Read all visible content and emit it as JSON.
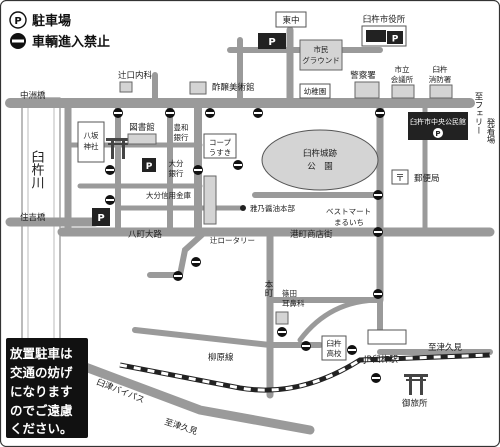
{
  "legend": {
    "parking": "駐車場",
    "no_entry": "車輌進入禁止"
  },
  "notice": {
    "lines": [
      "放置駐車は",
      "交通の妨げ",
      "になります",
      "のでご遠慮",
      "ください。"
    ]
  },
  "river": {
    "name": "臼杵川"
  },
  "places": {
    "higashinaka": "東中",
    "city_office": "臼杵市役所",
    "city_ground_line1": "市民",
    "city_ground_line2": "グラウンド",
    "tsujiguchi_nai": "辻口内科",
    "sakekoji": "酢醸美術館",
    "kindergarten": "幼稚園",
    "police": "警察署",
    "city_hall_line1": "市立",
    "city_hall_line2": "会議所",
    "fire_line1": "臼杵",
    "fire_line2": "消防署",
    "ferry_line1": "至フェリー",
    "ferry_line2": "発着場",
    "central_hall": "臼杵市中央公民館",
    "bridge_north": "中洲橋",
    "bridge_south": "住吉橋",
    "yasaka_line1": "八坂",
    "yasaka_line2": "神社",
    "library": "図書館",
    "bank_line1": "豊和",
    "bank_line2": "銀行",
    "coop_line1": "コープ",
    "coop_line2": "うすき",
    "castle_line1": "臼杵城跡",
    "castle_line2": "公　園",
    "post_office": "郵便局",
    "oita_bank_line1": "大分",
    "oita_bank_line2": "銀行",
    "oita_shinkin": "大分信用金庫",
    "brewery": "雅乃醤油本部",
    "best_mart_line1": "ベストマート",
    "best_mart_line2": "まるいち",
    "hacchodori": "八町大路",
    "rotary": "辻ロータリー",
    "shopping_street": "港町商店街",
    "honmachi": "本町",
    "jibika_line1": "篠田",
    "jibika_line2": "耳鼻科",
    "high_school_line1": "臼杵",
    "high_school_line2": "高校",
    "yanagihara": "柳原線",
    "jr_station": "JR臼杵駅",
    "to_tsukumi": "至津久見",
    "bypass": "臼津バイパス",
    "to_tsukumi_bottom": "至津久見",
    "shrine": "御旅所"
  },
  "icons": {
    "parking": "parking-icon",
    "no_entry": "no-entry-icon",
    "torii": "torii-icon"
  },
  "colors": {
    "road": "#9a9a9a",
    "dark": "#222222",
    "building_gray": "#d4d4d4"
  }
}
